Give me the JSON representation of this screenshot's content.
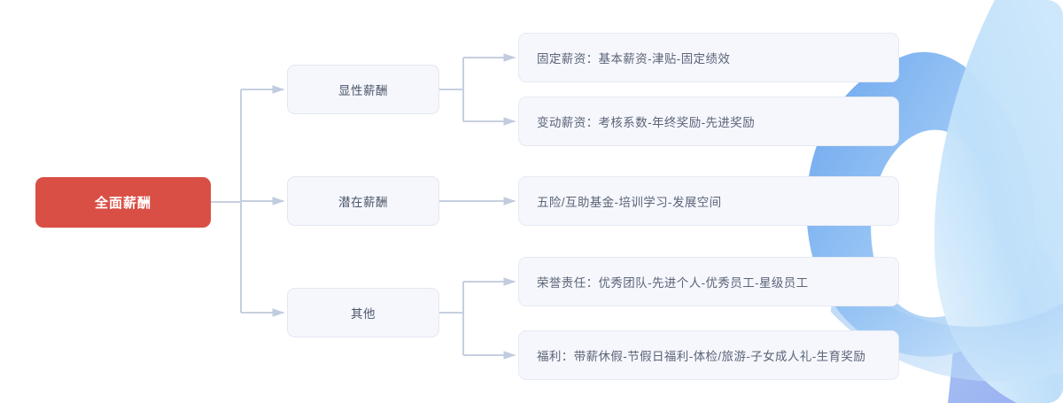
{
  "diagram": {
    "type": "mind-map",
    "title": "全面薪酬",
    "orientation": "left-to-right",
    "colors": {
      "root_fill": "#d94f45",
      "root_text": "#ffffff",
      "node_fill": "#f6f7fc",
      "node_border": "#e2e7f3",
      "node_text": "#4a5569",
      "connector": "#c6cfe0",
      "canvas": "#ffffff",
      "decor_blue_light": "#d7ecfb",
      "decor_blue_mid": "#7fb4f0",
      "decor_blue_deep": "#8fa8ee"
    },
    "root": {
      "label": "全面薪酬"
    },
    "branches": [
      {
        "label": "显性薪酬",
        "leaves": [
          "固定薪资：基本薪资-津贴-固定绩效",
          "变动薪资：考核系数-年终奖励-先进奖励"
        ]
      },
      {
        "label": "潜在薪酬",
        "leaves": [
          "五险/互助基金-培训学习-发展空间"
        ]
      },
      {
        "label": "其他",
        "leaves": [
          "荣誉责任：优秀团队-先进个人-优秀员工-星级员工",
          "福利：带薪休假-节假日福利-体检/旅游-子女成人礼-生育奖励"
        ]
      }
    ],
    "leaves_flat": [
      "固定薪资：基本薪资-津贴-固定绩效",
      "变动薪资：考核系数-年终奖励-先进奖励",
      "五险/互助基金-培训学习-发展空间",
      "荣誉责任：优秀团队-先进个人-优秀员工-星级员工",
      "福利：带薪休假-节假日福利-体检/旅游-子女成人礼-生育奖励"
    ]
  }
}
